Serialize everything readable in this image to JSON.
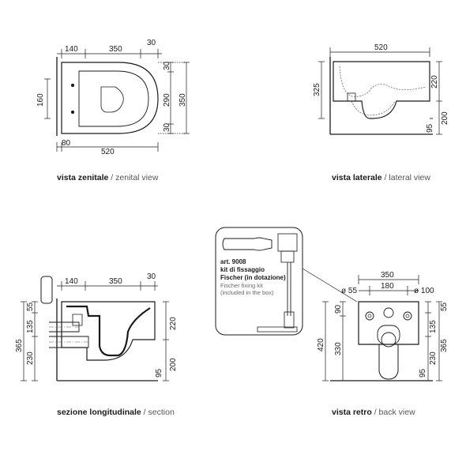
{
  "colors": {
    "line": "#1a1a1a",
    "hidden": "#555555",
    "paper": "#ffffff"
  },
  "zenital": {
    "dims": {
      "d140": "140",
      "d350": "350",
      "d30": "30",
      "d160": "160",
      "r30a": "30",
      "r290": "290",
      "r350": "350",
      "r30b": "30",
      "d80": "80",
      "d520": "520"
    },
    "caption": {
      "bold": "vista zenitale",
      "sep": " / ",
      "light": "zenital view"
    }
  },
  "laterale": {
    "dims": {
      "d520": "520",
      "d325": "325",
      "d220": "220",
      "d200": "200",
      "d95": "95"
    },
    "caption": {
      "bold": "vista laterale",
      "sep": " / ",
      "light": "lateral view"
    }
  },
  "sezione": {
    "dims": {
      "d140": "140",
      "d350": "350",
      "d30": "30",
      "d55": "55",
      "d135": "135",
      "d365": "365",
      "d230": "230",
      "d220": "220",
      "d200": "200",
      "d95": "95"
    },
    "caption": {
      "bold": "sezione longitudinale",
      "sep": " / ",
      "light": "section"
    }
  },
  "kit": {
    "line1": "art. 9008",
    "line2": "kit di fissaggio",
    "line3": "Fischer (in dotazione)",
    "line4": "Fischer fixing kit",
    "line5": "(included in the box)"
  },
  "retro": {
    "dims": {
      "d350": "350",
      "phi55": "ø 55",
      "d180": "180",
      "phi100": "ø 100",
      "d90": "90",
      "d420": "420",
      "d330": "330",
      "d55": "55",
      "d135": "135",
      "d230": "230",
      "d365": "365",
      "d95": "95"
    },
    "caption": {
      "bold": "vista retro",
      "sep": " / ",
      "light": "back view"
    }
  }
}
